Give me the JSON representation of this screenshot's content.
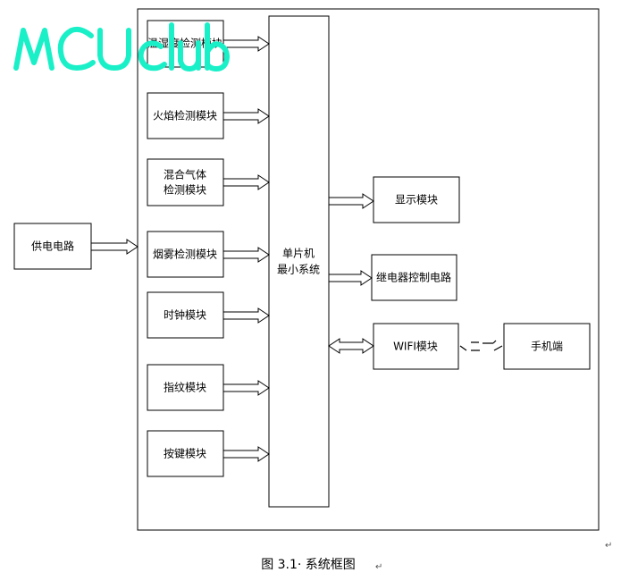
{
  "watermark": "MCUclub",
  "watermark_color": "#19F0C8",
  "input_modules": [
    "温湿度检测模块",
    "火焰检测模块",
    "混合气体",
    "烟雾检测模块",
    "时钟模块",
    "指纹模块",
    "按键模块"
  ],
  "mixed_gas_line2": "检测模块",
  "power": "供电电路",
  "mcu": {
    "line1": "单片机",
    "line2": "最小系统"
  },
  "outputs": {
    "display": "显示模块",
    "relay": "继电器控制电路",
    "wifi": "WIFI模块",
    "phone": "手机端"
  },
  "caption": "图 3.1· 系统框图",
  "return_mark": "↵"
}
